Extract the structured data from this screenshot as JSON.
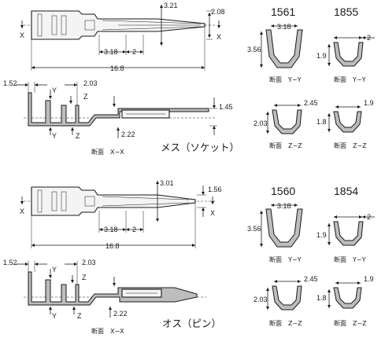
{
  "socket": {
    "title": "メス（ソケット）",
    "top_view": {
      "dim_width": "2.08",
      "dim_barrel": "3.21",
      "dim_318": "3.18",
      "dim_2": "2",
      "dim_total": "16.8",
      "section_mark": "X"
    },
    "side_view": {
      "dim_152": "1.52",
      "dim_203": "2.03",
      "dim_145": "1.45",
      "dim_222": "2.22",
      "mark_y": "Y",
      "mark_z": "Z",
      "caption": "断面　X−X"
    },
    "col1": {
      "part": "1561",
      "yy": {
        "w": "3.18",
        "h": "3.56",
        "caption": "断面　Y−Y"
      },
      "zz": {
        "w": "2.45",
        "h": "2.03",
        "caption": "断面　Z−Z"
      }
    },
    "col2": {
      "part": "1855",
      "yy": {
        "w": "2",
        "h": "1.9",
        "caption": "断面　Y−Y"
      },
      "zz": {
        "w": "1.9",
        "h": "1.8",
        "caption": "断面　Z−Z"
      }
    }
  },
  "pin": {
    "title": "オス（ピン）",
    "top_view": {
      "dim_width": "1.56",
      "dim_barrel": "3.01",
      "dim_318": "3.18",
      "dim_2": "2",
      "dim_total": "16.8",
      "section_mark": "X"
    },
    "side_view": {
      "dim_152": "1.52",
      "dim_203": "2.03",
      "dim_222": "2.22",
      "mark_y": "Y",
      "mark_z": "Z",
      "caption": "断面　X−X"
    },
    "col1": {
      "part": "1560",
      "yy": {
        "w": "3.18",
        "h": "3.56",
        "caption": "断面　Y−Y"
      },
      "zz": {
        "w": "2.45",
        "h": "2.03",
        "caption": "断面　Z−Z"
      }
    },
    "col2": {
      "part": "1854",
      "yy": {
        "w": "2",
        "h": "1.9",
        "caption": "断面　Y−Y"
      },
      "zz": {
        "w": "1.9",
        "h": "1.8",
        "caption": "断面　Z−Z"
      }
    }
  }
}
